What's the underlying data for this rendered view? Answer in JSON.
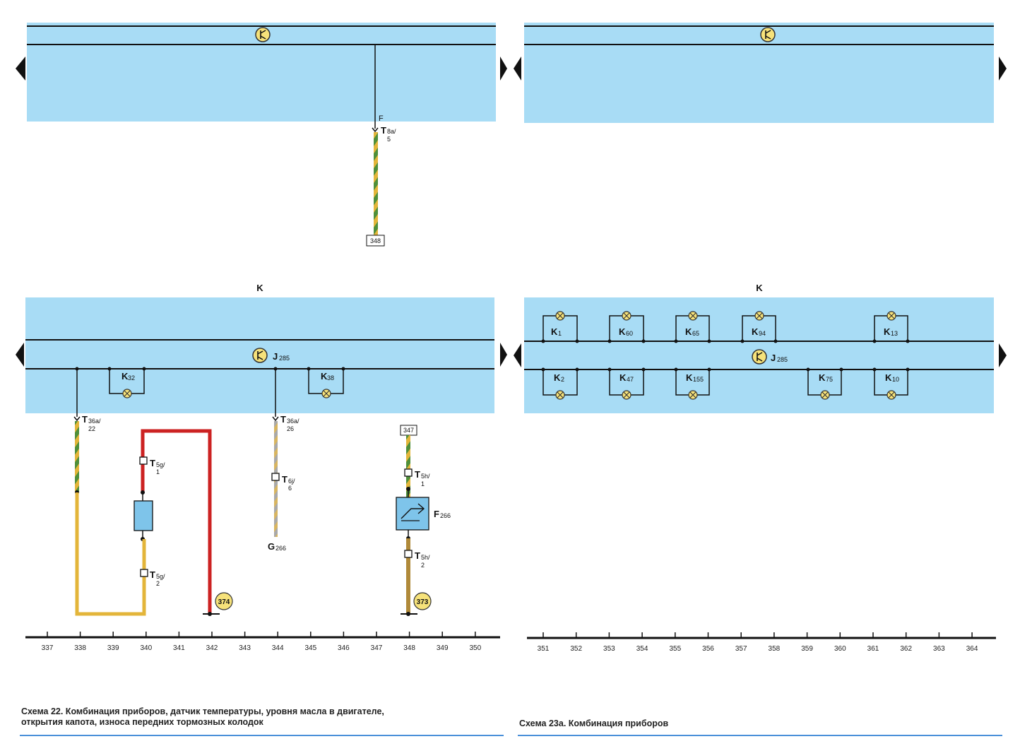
{
  "diagram_left": {
    "top_connector": {
      "pin_main": "T",
      "pin_sub": "8a/",
      "pin_num": "5",
      "wire_tag": "F",
      "ref_box": "348"
    },
    "module_label": "K",
    "control_unit": {
      "main": "J",
      "sub": "285"
    },
    "lamps": [
      {
        "main": "K",
        "sub": "32"
      },
      {
        "main": "K",
        "sub": "38"
      }
    ],
    "connectors": [
      {
        "main": "T",
        "sub": "36a/",
        "num": "22"
      },
      {
        "main": "T",
        "sub": "36a/",
        "num": "26"
      },
      {
        "main": "T",
        "sub": "5g/",
        "num": "1"
      },
      {
        "main": "T",
        "sub": "5g/",
        "num": "2"
      },
      {
        "main": "T",
        "sub": "6j/",
        "num": "6"
      },
      {
        "main": "T",
        "sub": "5h/",
        "num": "1"
      },
      {
        "main": "T",
        "sub": "5h/",
        "num": "2"
      }
    ],
    "sensor_g": {
      "main": "G",
      "sub": "266"
    },
    "switch_f": {
      "main": "F",
      "sub": "266"
    },
    "ref_box_347": "347",
    "ground_refs": [
      "374",
      "373"
    ],
    "scale": [
      "337",
      "338",
      "339",
      "340",
      "341",
      "342",
      "343",
      "344",
      "345",
      "346",
      "347",
      "348",
      "349",
      "350"
    ],
    "caption_line1": "Схема 22. Комбинация приборов, датчик температуры, уровня масла в двигателе,",
    "caption_line2": "открытия капота, износа передних тормозных колодок"
  },
  "diagram_right": {
    "module_label": "K",
    "control_unit": {
      "main": "J",
      "sub": "285"
    },
    "lamps_top": [
      {
        "main": "K",
        "sub": "1"
      },
      {
        "main": "K",
        "sub": "60"
      },
      {
        "main": "K",
        "sub": "65"
      },
      {
        "main": "K",
        "sub": "94"
      },
      {
        "main": "K",
        "sub": "13"
      }
    ],
    "lamps_bottom": [
      {
        "main": "K",
        "sub": "2"
      },
      {
        "main": "K",
        "sub": "47"
      },
      {
        "main": "K",
        "sub": "155"
      },
      {
        "main": "K",
        "sub": "75"
      },
      {
        "main": "K",
        "sub": "10"
      }
    ],
    "scale": [
      "351",
      "352",
      "353",
      "354",
      "355",
      "356",
      "357",
      "358",
      "359",
      "360",
      "361",
      "362",
      "363",
      "364"
    ],
    "caption": "Схема 23а. Комбинация приборов"
  },
  "colors": {
    "band": "#a8dcf5",
    "wire_red": "#cc2222",
    "wire_yellow": "#e3b53a",
    "wire_green": "#4f8f3a",
    "ground_badge": "#f6e27a"
  }
}
